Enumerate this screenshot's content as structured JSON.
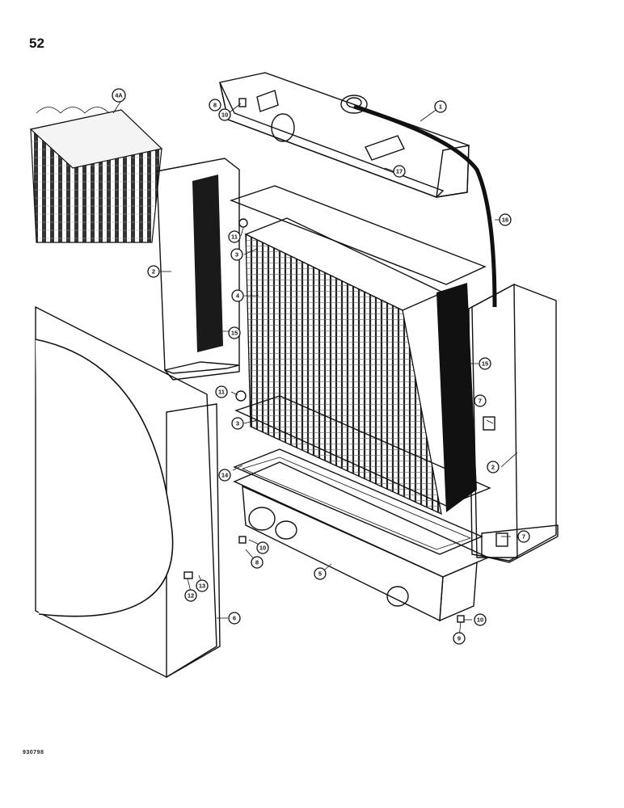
{
  "page_number": "52",
  "drawing_code": "930798",
  "callouts": [
    "1",
    "2",
    "2",
    "3",
    "3",
    "4",
    "4A",
    "5",
    "6",
    "7",
    "7",
    "8",
    "8",
    "9",
    "10",
    "10",
    "10",
    "11",
    "11",
    "12",
    "13",
    "14",
    "15",
    "15",
    "16",
    "17"
  ]
}
